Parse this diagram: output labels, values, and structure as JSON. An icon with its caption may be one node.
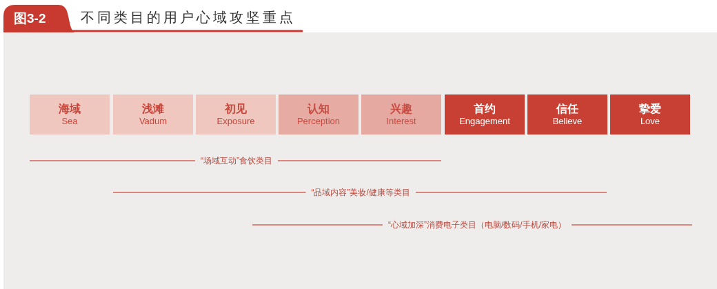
{
  "diagram": {
    "title": "不同类目的用户心域攻坚重点",
    "nodes": [
      {
        "text": [
          "海域",
          "Sea"
        ]
      },
      {
        "text": [
          "浅滩",
          "Vadum"
        ]
      },
      {
        "text": [
          "初见",
          "Exposure"
        ]
      },
      {
        "text": [
          "认知",
          "Perception"
        ]
      },
      {
        "text": [
          "兴趣",
          "Interest"
        ]
      },
      {
        "text": [
          "首约",
          "Engagement"
        ]
      },
      {
        "text": [
          "信任",
          "Believe"
        ]
      },
      {
        "text": [
          "挚爱",
          "Love"
        ]
      }
    ],
    "labels": [
      "图3-2",
      "“场域互动”食饮类目",
      "“品域内容”美妆/健康等类目",
      "“心域加深”消费电子类目（电脑/数码/手机/家电）"
    ]
  }
}
